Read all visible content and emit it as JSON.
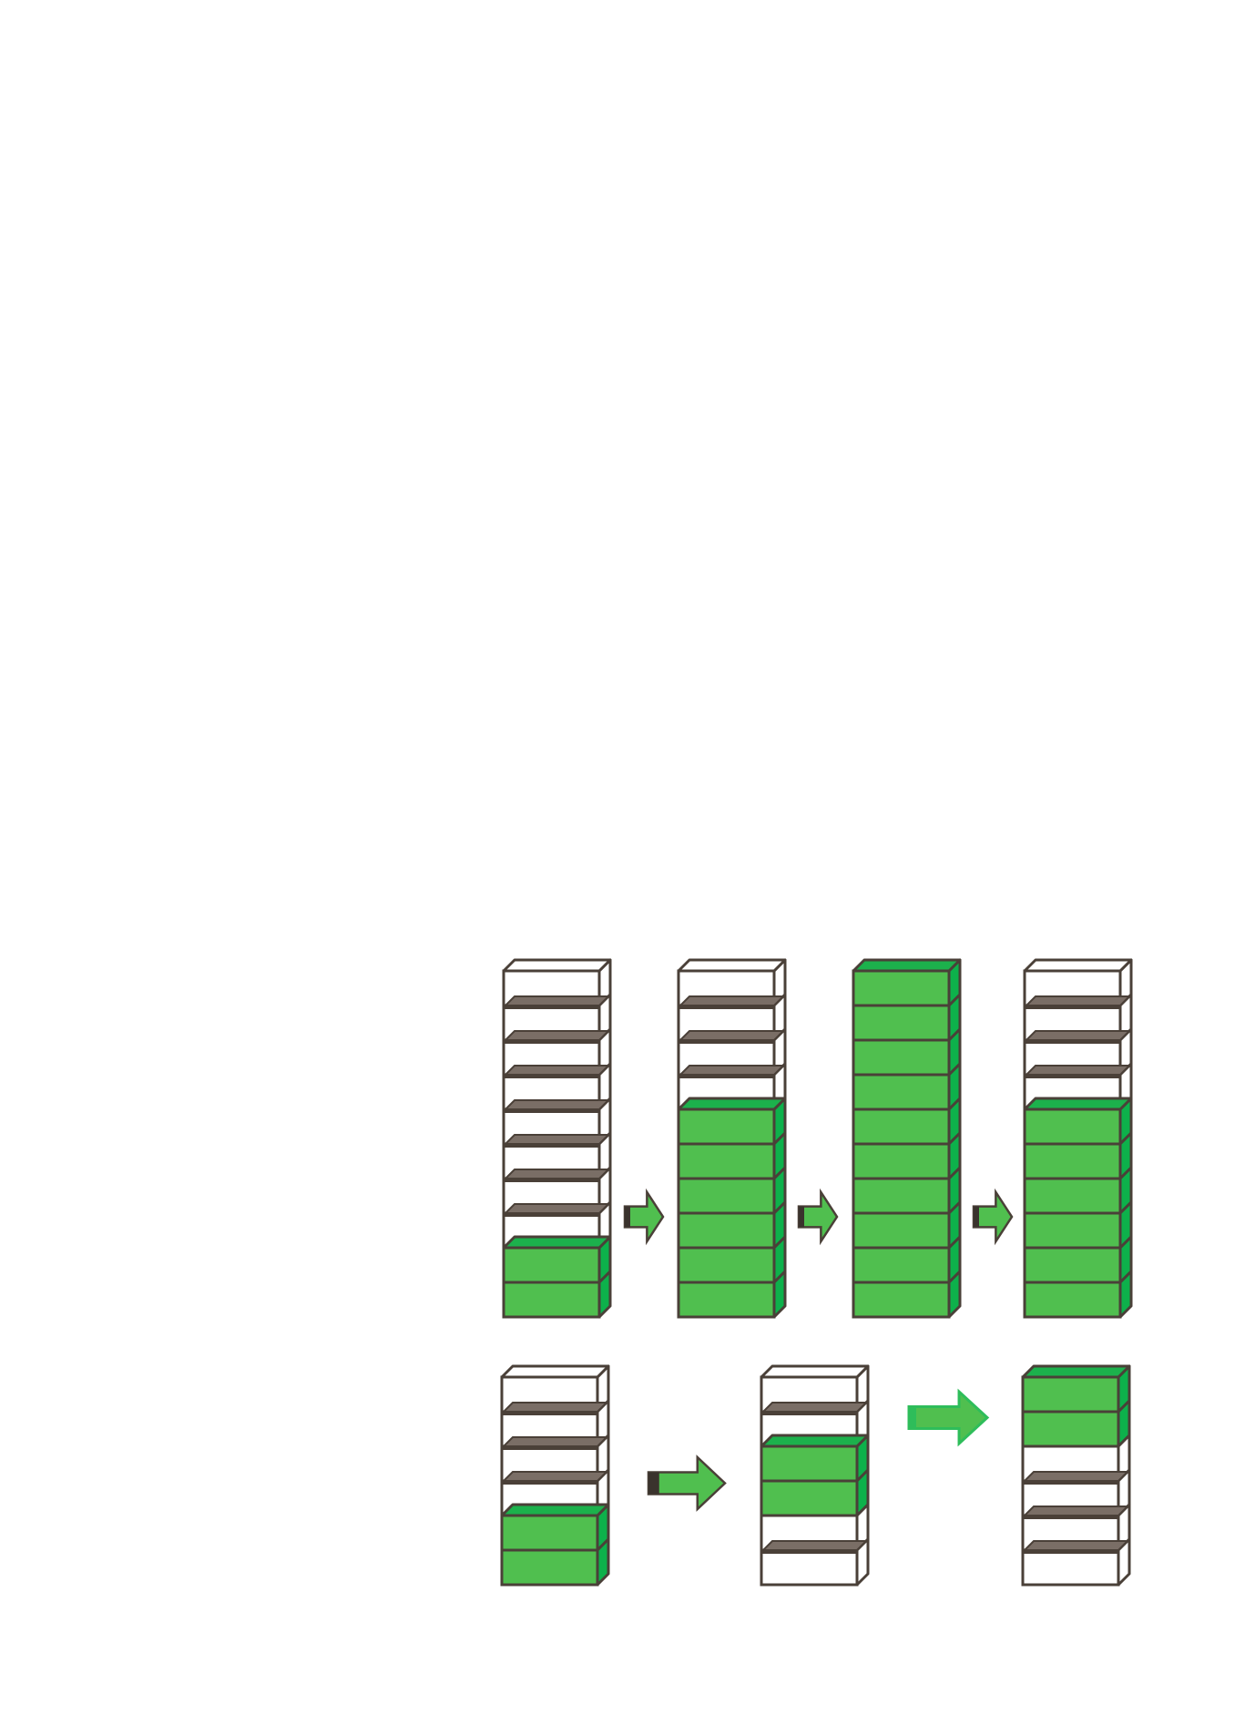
{
  "colors": {
    "outline": "#4a4038",
    "shelf": "#7a6e66",
    "fill_front": "#50bf4f",
    "fill_side": "#0db14b",
    "fill_top": "#1cb14c",
    "arrow_green": "#50bf4f",
    "arrow_tail": "#3a332d",
    "arrow_bright": "#2ebd5a"
  },
  "rows": [
    {
      "name": "top-row",
      "stacks": [
        {
          "cells_bottom_to_top": [
            1,
            1,
            0,
            0,
            0,
            0,
            0,
            0,
            0,
            0
          ]
        },
        {
          "cells_bottom_to_top": [
            1,
            1,
            1,
            1,
            1,
            1,
            0,
            0,
            0,
            0
          ]
        },
        {
          "cells_bottom_to_top": [
            1,
            1,
            1,
            1,
            1,
            1,
            1,
            1,
            1,
            1
          ]
        },
        {
          "cells_bottom_to_top": [
            1,
            1,
            1,
            1,
            1,
            1,
            0,
            0,
            0,
            0
          ]
        }
      ],
      "arrows": [
        "tailed",
        "tailed",
        "tailed"
      ]
    },
    {
      "name": "bottom-row",
      "stacks": [
        {
          "cells_bottom_to_top": [
            1,
            1,
            0,
            0,
            0,
            0
          ]
        },
        {
          "cells_bottom_to_top": [
            0,
            0,
            1,
            1,
            0,
            0
          ]
        },
        {
          "cells_bottom_to_top": [
            0,
            0,
            0,
            0,
            1,
            1
          ]
        }
      ],
      "arrows": [
        "tailed",
        "bright"
      ]
    }
  ]
}
